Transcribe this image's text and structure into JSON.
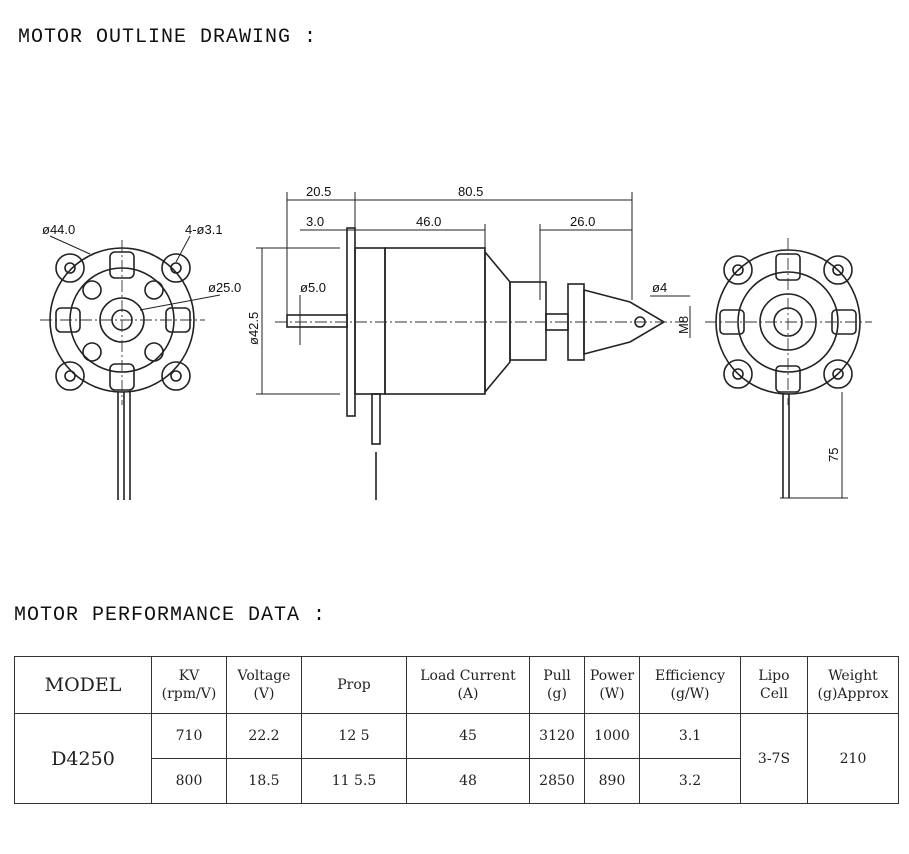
{
  "headings": {
    "outline": "MOTOR OUTLINE DRAWING :",
    "performance": "MOTOR PERFORMANCE DATA :"
  },
  "drawing_dims": {
    "overall_length": "80.5",
    "front_offset": "20.5",
    "flange": "3.0",
    "body_length": "46.0",
    "prop_adapter": "26.0",
    "mount_dia": "ø44.0",
    "mount_holes": "4-ø3.1",
    "center_dia": "ø25.0",
    "shaft_dia": "ø5.0",
    "body_dia": "ø42.5",
    "adapter_dia": "ø4",
    "thread": "M8",
    "lead_length": "75"
  },
  "table": {
    "headers": {
      "model": "MODEL",
      "kv": [
        "KV",
        "(rpm/V)"
      ],
      "voltage": [
        "Voltage",
        "(V)"
      ],
      "prop": "Prop",
      "load_current": [
        "Load Current",
        "(A)"
      ],
      "pull": [
        "Pull",
        "(g)"
      ],
      "power": [
        "Power",
        "(W)"
      ],
      "efficiency": [
        "Efficiency",
        "(g/W)"
      ],
      "lipo": [
        "Lipo",
        "Cell"
      ],
      "weight": [
        "Weight",
        "(g)Approx"
      ]
    },
    "model": "D4250",
    "lipo": "3-7S",
    "weight": "210",
    "rows": [
      {
        "kv": "710",
        "voltage": "22.2",
        "prop": "12 5",
        "current": "45",
        "pull": "3120",
        "power": "1000",
        "efficiency": "3.1"
      },
      {
        "kv": "800",
        "voltage": "18.5",
        "prop": "11 5.5",
        "current": "48",
        "pull": "2850",
        "power": "890",
        "efficiency": "3.2"
      }
    ]
  }
}
